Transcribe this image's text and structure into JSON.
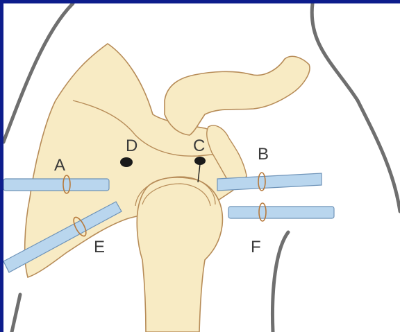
{
  "diagram": {
    "labels": {
      "a": "A",
      "b": "B",
      "c": "C",
      "d": "D",
      "e": "E",
      "f": "F"
    },
    "colors": {
      "frame": "#0d1d8c",
      "bone_fill": "#f8ebc4",
      "bone_outline": "#b78c58",
      "cannula_fill": "#b9d6ee",
      "cannula_outline": "#6e93b8",
      "ring": "#b77a3c",
      "portal_dot": "#1a1a1a",
      "silhouette": "#6f6f6f"
    }
  }
}
